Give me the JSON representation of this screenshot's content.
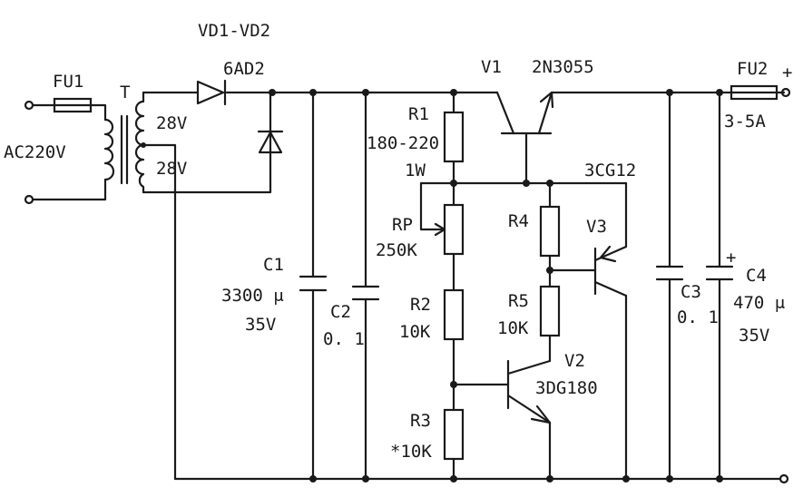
{
  "labels": {
    "vd": "VD1-VD2",
    "vd_part": "6AD2",
    "fu1": "FU1",
    "t": "T",
    "sec1": "28V",
    "sec2": "28V",
    "ac": "AC220V",
    "v1": "V1",
    "v1_part": "2N3055",
    "fu2": "FU2",
    "plus_out": "+",
    "fu2_rating": "3-5A",
    "r1": "R1",
    "r1_val": "180-220",
    "r1_pow": "1W",
    "v3_part": "3CG12",
    "rp": "RP",
    "rp_val": "250K",
    "r4": "R4",
    "v3": "V3",
    "c1": "C1",
    "c1_val": "3300 μ",
    "c1_volt": "35V",
    "c2": "C2",
    "c2_val": "0. 1",
    "r2": "R2",
    "r2_val": "10K",
    "r5": "R5",
    "r5_val": "10K",
    "c3": "C3",
    "c3_val": "0. 1",
    "c4": "C4",
    "c4_plus": "+",
    "c4_val": "470 μ",
    "c4_volt": "35V",
    "v2": "V2",
    "v2_part": "3DG180",
    "r3": "R3",
    "r3_val": "*10K"
  }
}
